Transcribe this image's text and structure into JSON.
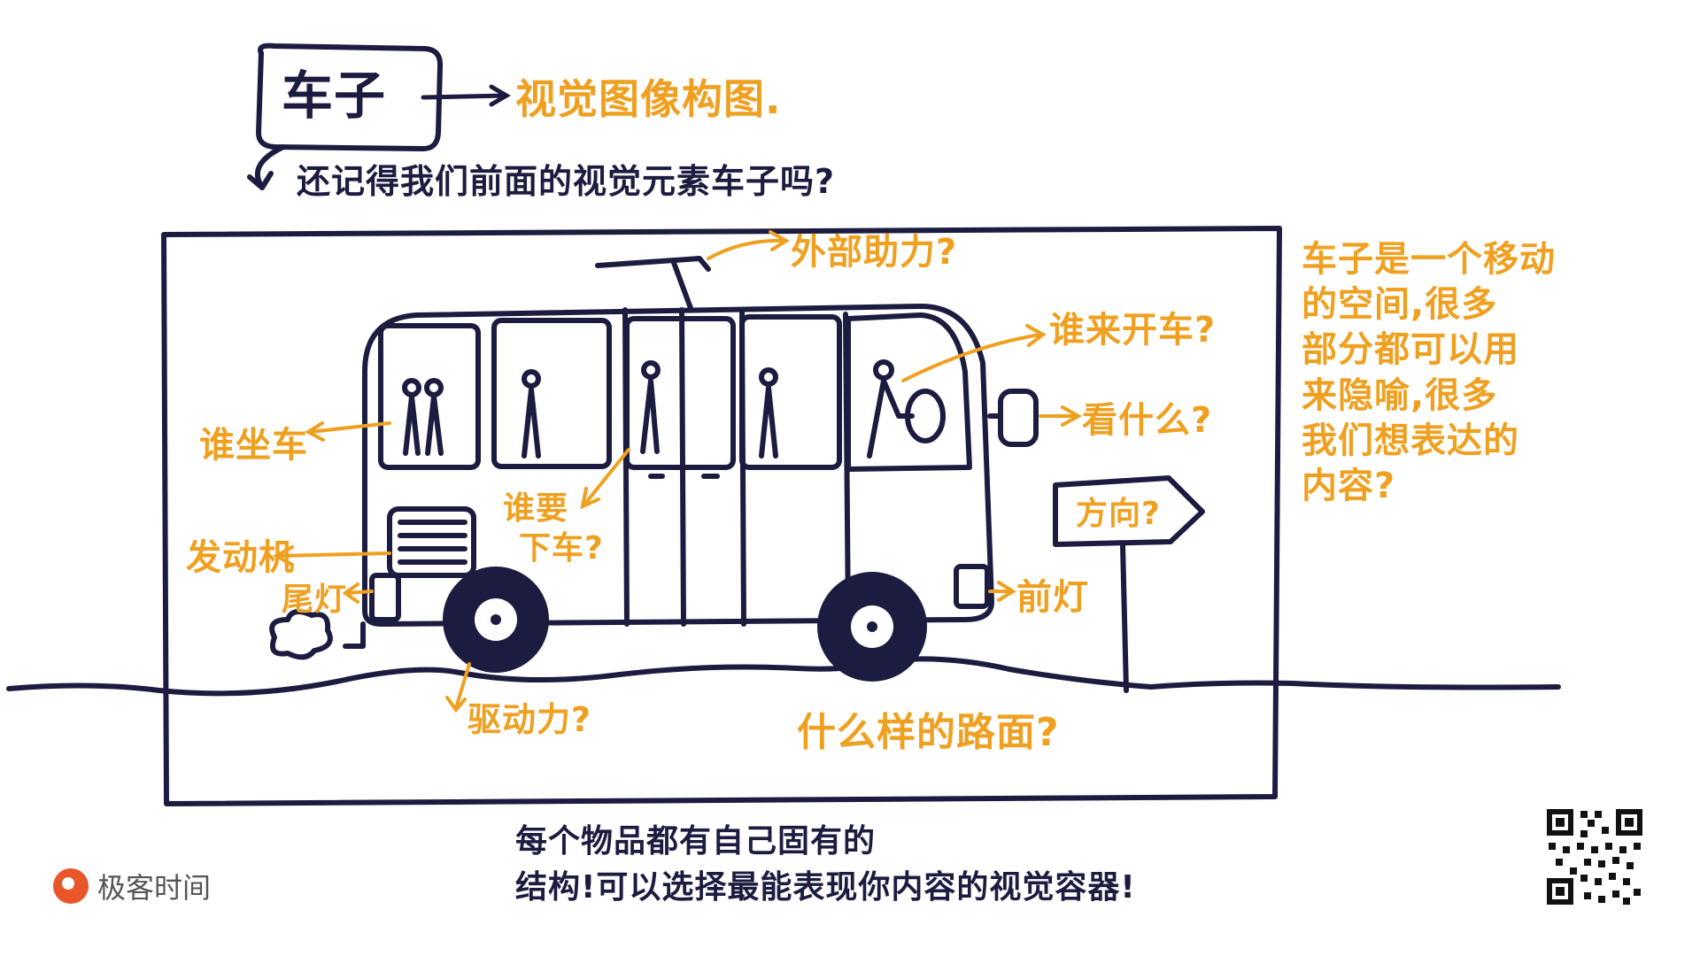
{
  "title": "车子",
  "title_target": "视觉图像构图.",
  "question": "还记得我们前面的视觉元素车子吗?",
  "labels": {
    "external_power": "外部助力?",
    "driver": "谁来开车?",
    "passengers": "谁坐车",
    "look": "看什么?",
    "alight": [
      "谁要",
      "下车?"
    ],
    "direction": "方向?",
    "engine": "发动机",
    "rear_light": "尾灯",
    "headlight": "前灯",
    "drive": "驱动力?",
    "road": "什么样的路面?"
  },
  "side_note": [
    "车子是一个移动",
    "的空间,很多",
    "部分都可以用",
    "来隐喻,很多",
    "我们想表达的",
    "内容?"
  ],
  "bottom_note": [
    "每个物品都有自己固有的",
    "结构!可以选择最能表现你内容的视觉容器!"
  ],
  "brand": "极客时间",
  "colors": {
    "ink": "#1c1c40",
    "accent": "#f0a020",
    "brand": "#e8562a"
  }
}
